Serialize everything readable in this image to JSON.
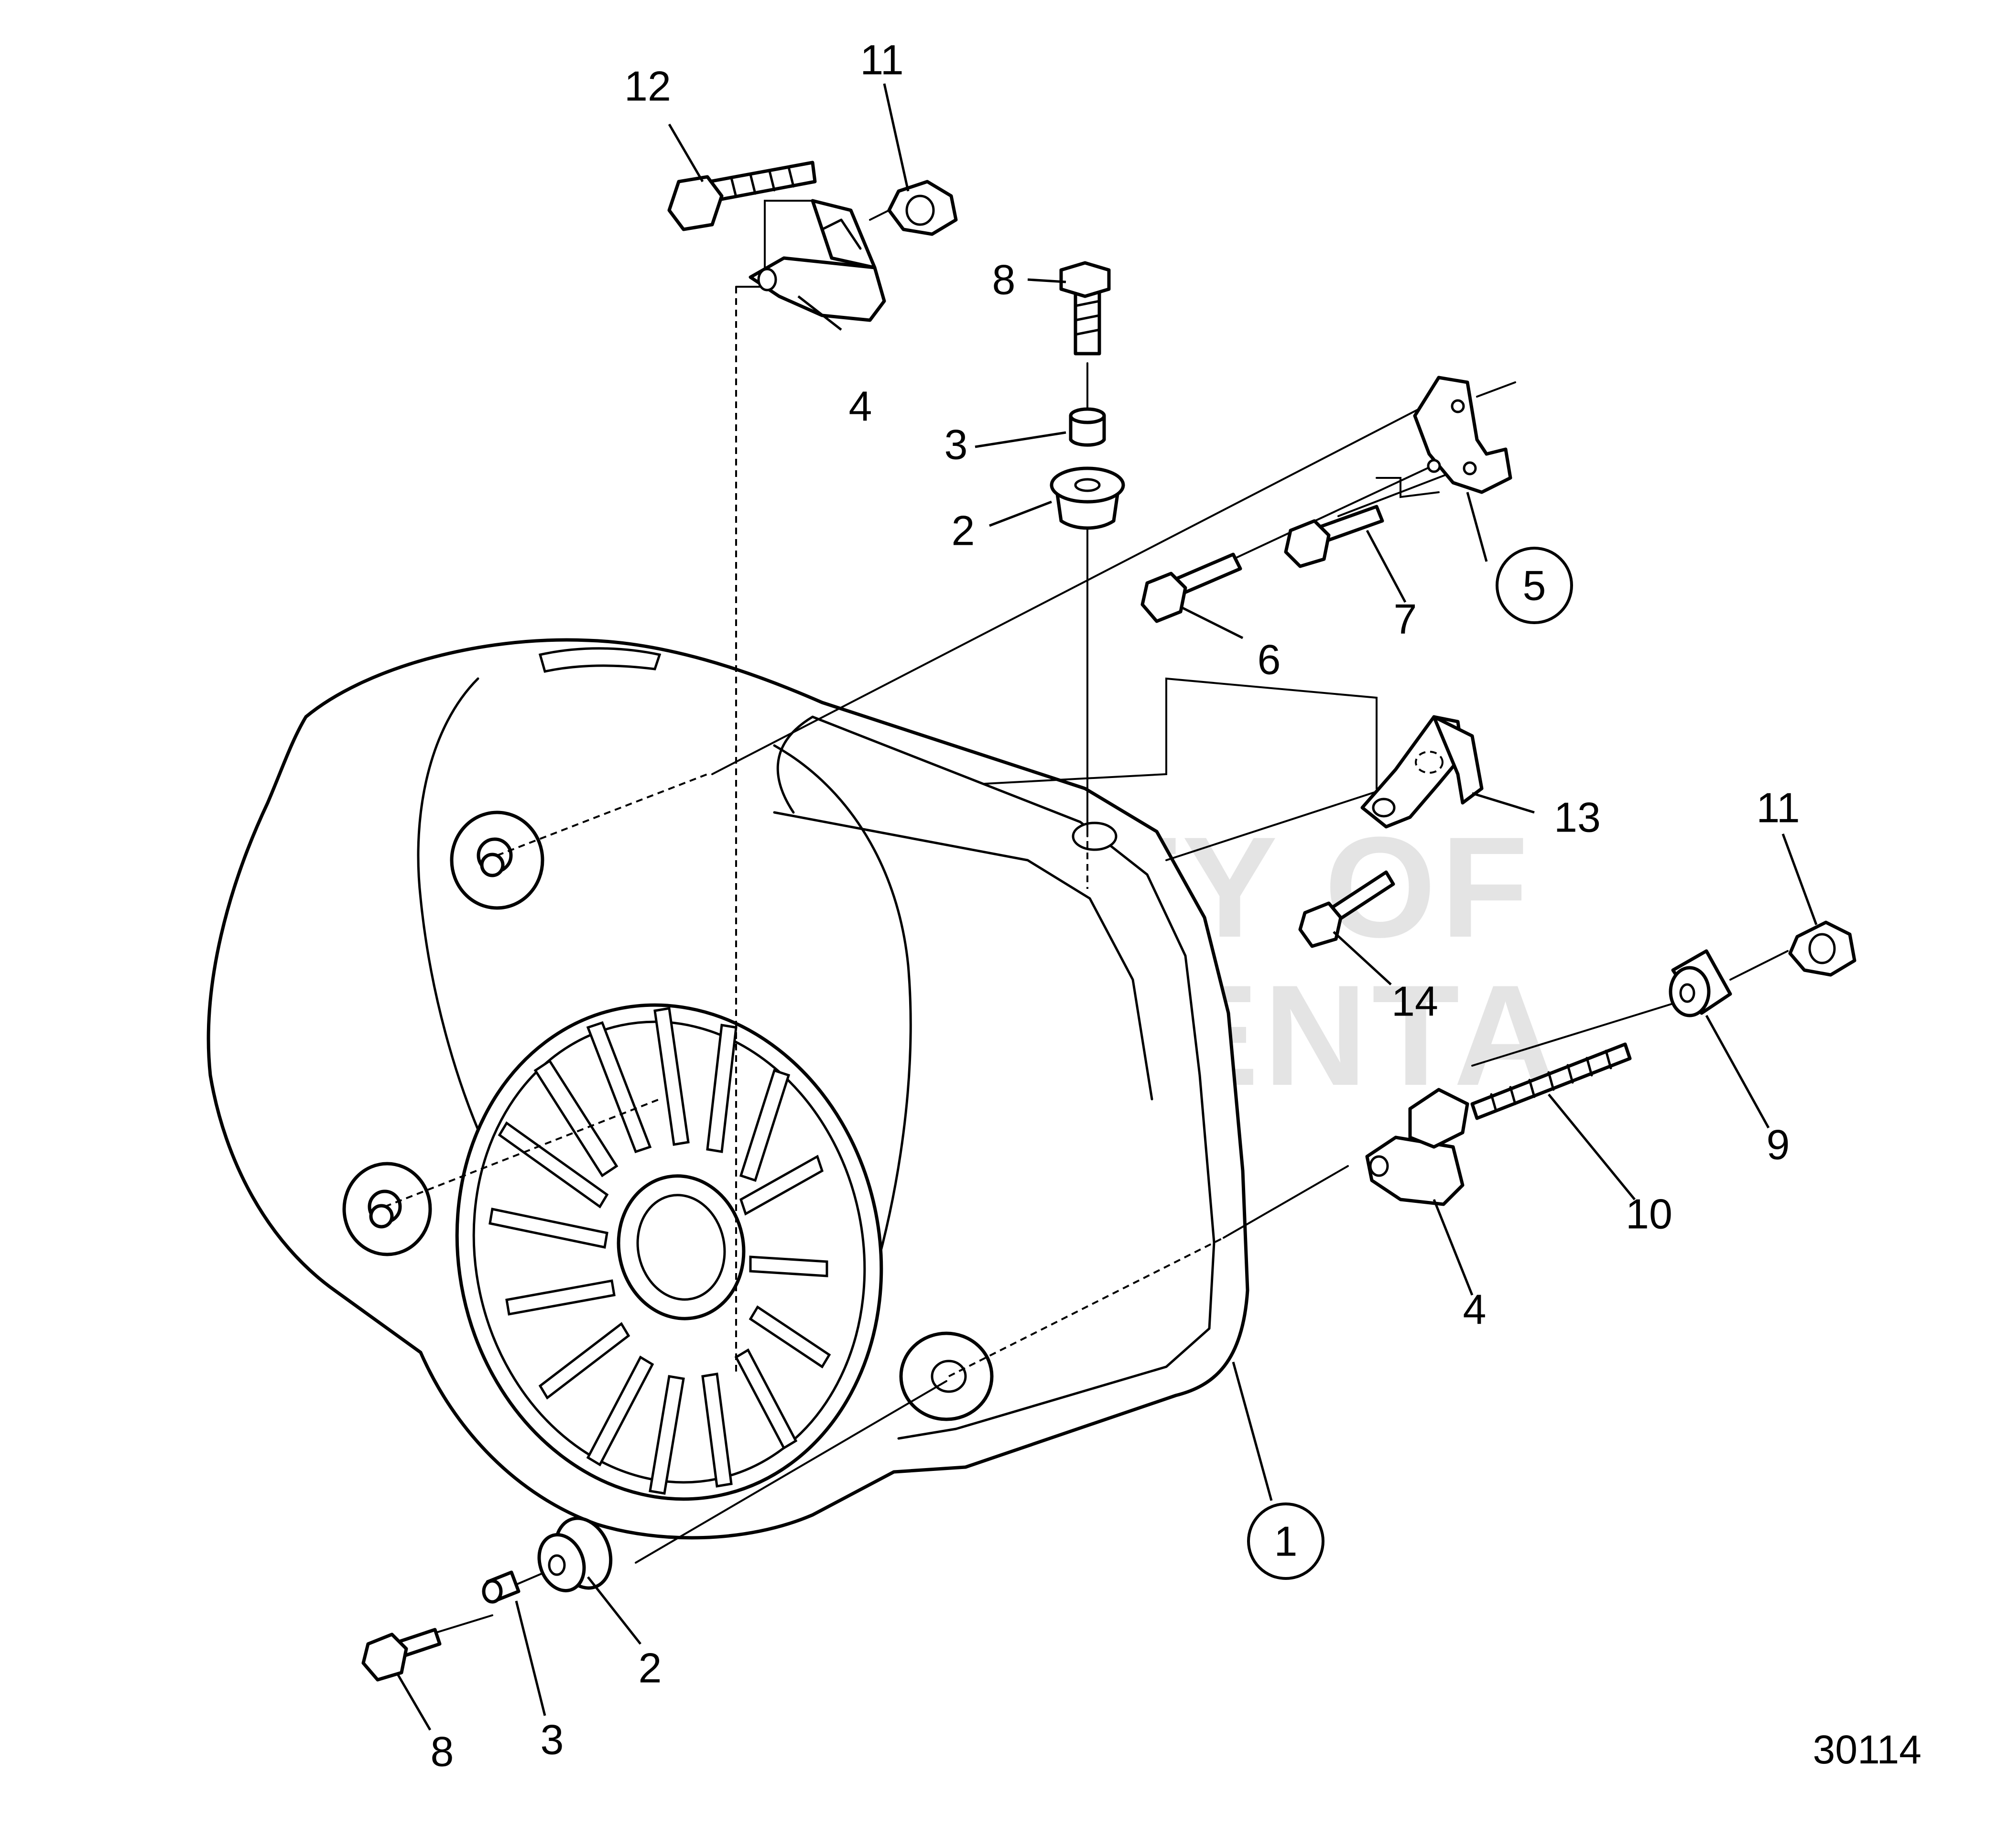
{
  "diagram": {
    "callouts": [
      {
        "id": "c-12",
        "text": "12",
        "circled": false
      },
      {
        "id": "c-11-top",
        "text": "11",
        "circled": false
      },
      {
        "id": "c-8-top",
        "text": "8",
        "circled": false
      },
      {
        "id": "c-4-top",
        "text": "4",
        "circled": false
      },
      {
        "id": "c-3-top",
        "text": "3",
        "circled": false
      },
      {
        "id": "c-2-top",
        "text": "2",
        "circled": false
      },
      {
        "id": "c-5",
        "text": "5",
        "circled": true
      },
      {
        "id": "c-7",
        "text": "7",
        "circled": false
      },
      {
        "id": "c-6",
        "text": "6",
        "circled": false
      },
      {
        "id": "c-13",
        "text": "13",
        "circled": false
      },
      {
        "id": "c-14",
        "text": "14",
        "circled": false
      },
      {
        "id": "c-11-right",
        "text": "11",
        "circled": false
      },
      {
        "id": "c-9",
        "text": "9",
        "circled": false
      },
      {
        "id": "c-10",
        "text": "10",
        "circled": false
      },
      {
        "id": "c-4-right",
        "text": "4",
        "circled": false
      },
      {
        "id": "c-1",
        "text": "1",
        "circled": true
      },
      {
        "id": "c-2-bottom",
        "text": "2",
        "circled": false
      },
      {
        "id": "c-3-bottom",
        "text": "3",
        "circled": false
      },
      {
        "id": "c-8-bottom",
        "text": "8",
        "circled": false
      }
    ],
    "watermark_line1": "PROPERTY OF",
    "watermark_line2": "VOLVO PENTA",
    "document_number": "30114"
  }
}
